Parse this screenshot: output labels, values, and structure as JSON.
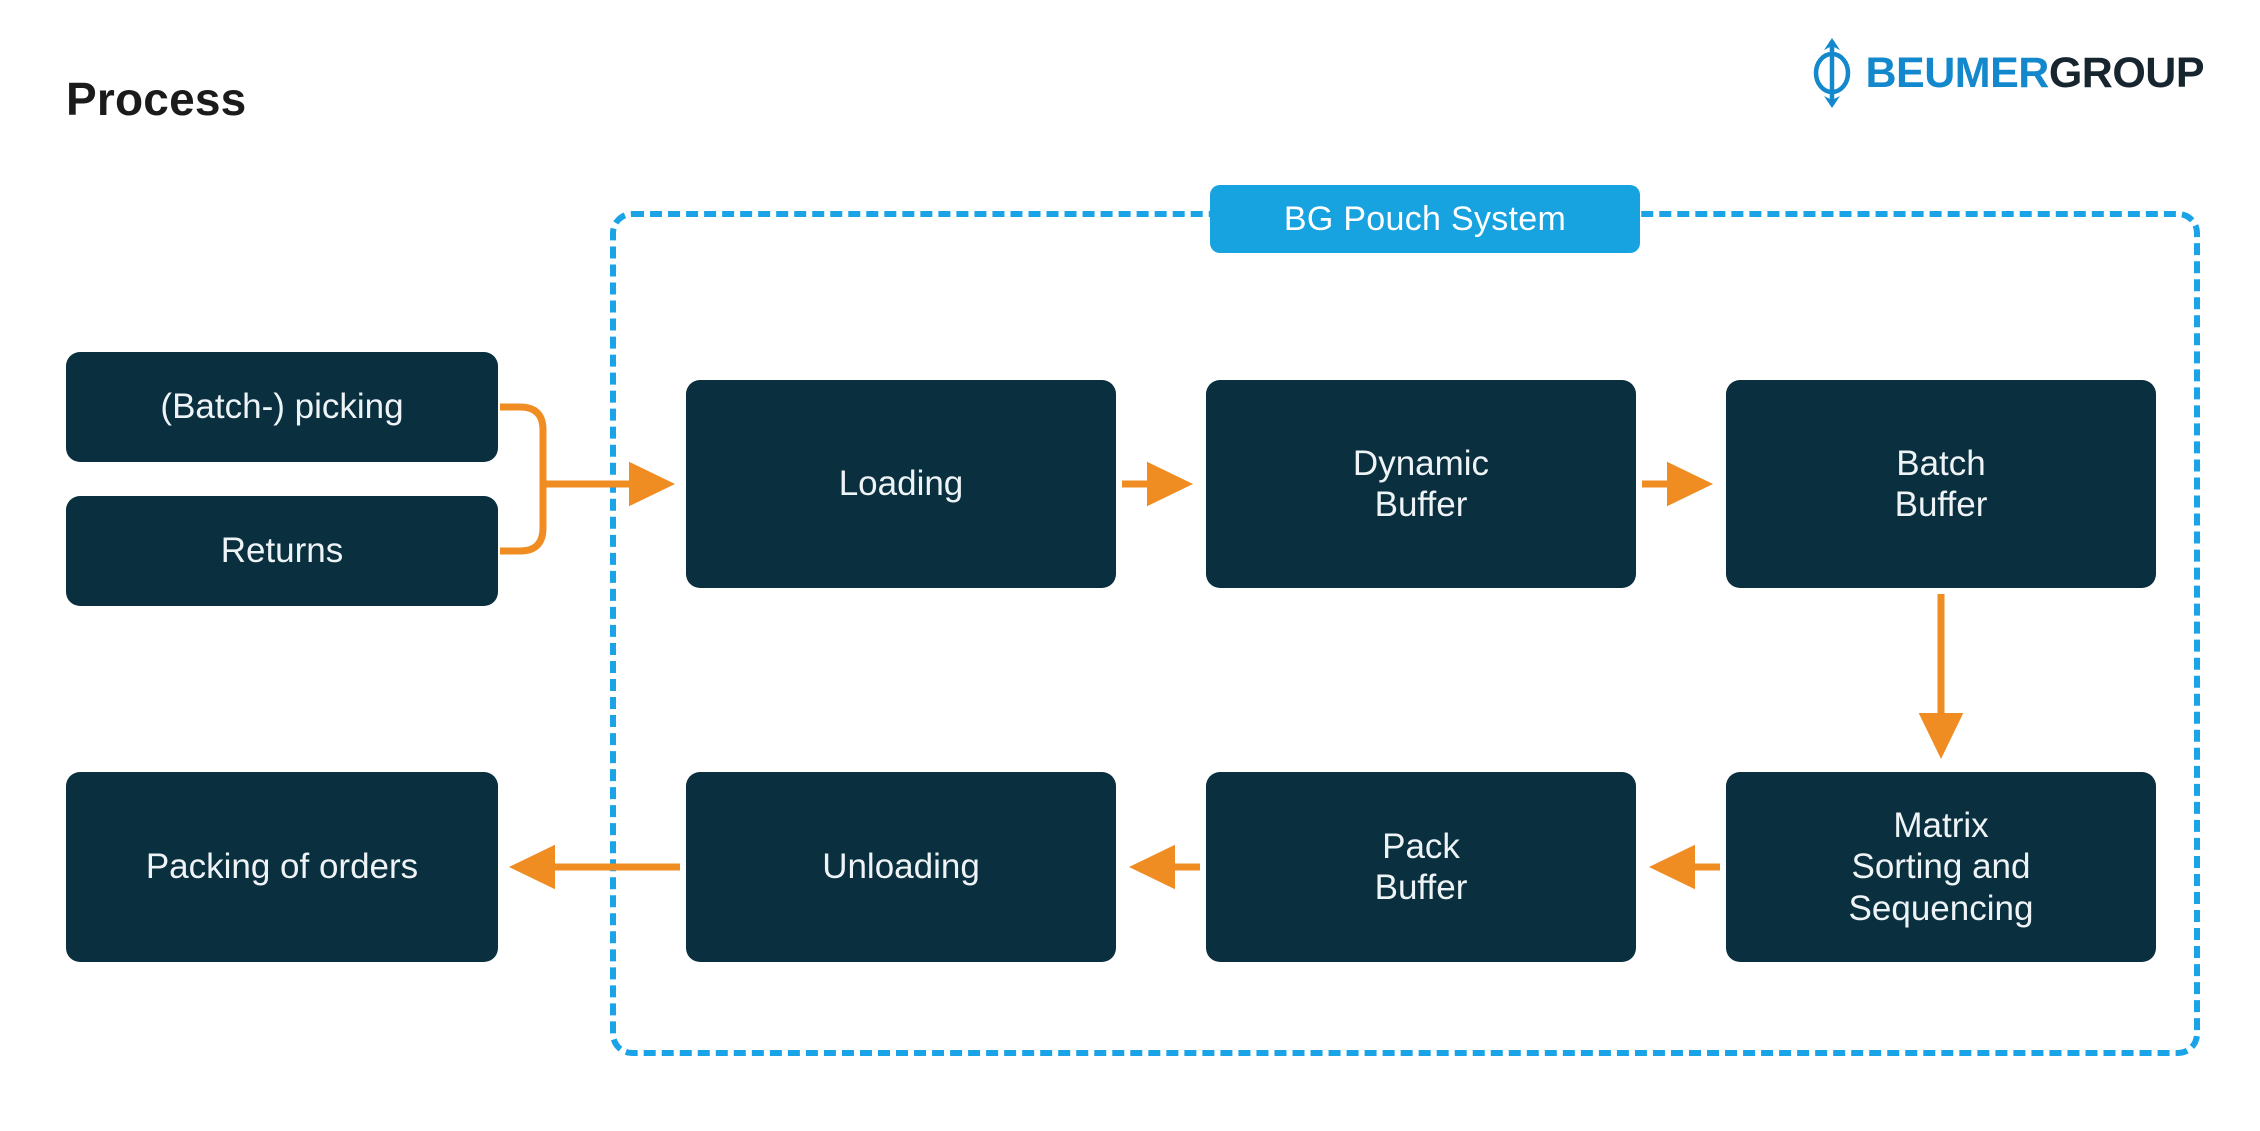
{
  "header": {
    "title": "Process",
    "logo": {
      "mark_icon": "beumer-arrow-circle-icon",
      "word_primary": "BEUMER",
      "word_secondary": "GROUP"
    }
  },
  "diagram": {
    "system_badge_label": "BG Pouch System",
    "nodes": {
      "batch_picking": "(Batch-) picking",
      "returns": "Returns",
      "packing_of_orders": "Packing of orders",
      "loading": "Loading",
      "dynamic_buffer": "Dynamic\nBuffer",
      "batch_buffer": "Batch\nBuffer",
      "unloading": "Unloading",
      "pack_buffer": "Pack\nBuffer",
      "matrix_sorting": "Matrix\nSorting and\nSequencing"
    },
    "colors": {
      "node_fill": "#0A3040",
      "node_text": "#EEF3F6",
      "arrow": "#EF8C22",
      "boundary_dash": "#1BA3E8",
      "badge_fill": "#17A2E0",
      "brand_blue": "#1488CC",
      "brand_dark": "#16252E",
      "background": "#FFFFFF"
    }
  },
  "chart_data": {
    "type": "diagram",
    "title": "Process",
    "diagram_kind": "process-flow",
    "grouping": {
      "label": "BG Pouch System",
      "members": [
        "Loading",
        "Dynamic Buffer",
        "Batch Buffer",
        "Matrix Sorting and Sequencing",
        "Pack Buffer",
        "Unloading"
      ]
    },
    "nodes": [
      {
        "id": "batch_picking",
        "label": "(Batch-) picking",
        "row": "top",
        "column": 0,
        "inside_system": false
      },
      {
        "id": "returns",
        "label": "Returns",
        "row": "top",
        "column": 0,
        "inside_system": false
      },
      {
        "id": "loading",
        "label": "Loading",
        "row": "top",
        "column": 1,
        "inside_system": true
      },
      {
        "id": "dynamic_buffer",
        "label": "Dynamic Buffer",
        "row": "top",
        "column": 2,
        "inside_system": true
      },
      {
        "id": "batch_buffer",
        "label": "Batch Buffer",
        "row": "top",
        "column": 3,
        "inside_system": true
      },
      {
        "id": "matrix_sorting",
        "label": "Matrix Sorting and Sequencing",
        "row": "bottom",
        "column": 3,
        "inside_system": true
      },
      {
        "id": "pack_buffer",
        "label": "Pack Buffer",
        "row": "bottom",
        "column": 2,
        "inside_system": true
      },
      {
        "id": "unloading",
        "label": "Unloading",
        "row": "bottom",
        "column": 1,
        "inside_system": true
      },
      {
        "id": "packing",
        "label": "Packing of orders",
        "row": "bottom",
        "column": 0,
        "inside_system": false
      }
    ],
    "edges": [
      {
        "from": "batch_picking",
        "to": "loading",
        "direction": "right"
      },
      {
        "from": "returns",
        "to": "loading",
        "direction": "right"
      },
      {
        "from": "loading",
        "to": "dynamic_buffer",
        "direction": "right"
      },
      {
        "from": "dynamic_buffer",
        "to": "batch_buffer",
        "direction": "right"
      },
      {
        "from": "batch_buffer",
        "to": "matrix_sorting",
        "direction": "down"
      },
      {
        "from": "matrix_sorting",
        "to": "pack_buffer",
        "direction": "left"
      },
      {
        "from": "pack_buffer",
        "to": "unloading",
        "direction": "left"
      },
      {
        "from": "unloading",
        "to": "packing",
        "direction": "left"
      }
    ]
  }
}
